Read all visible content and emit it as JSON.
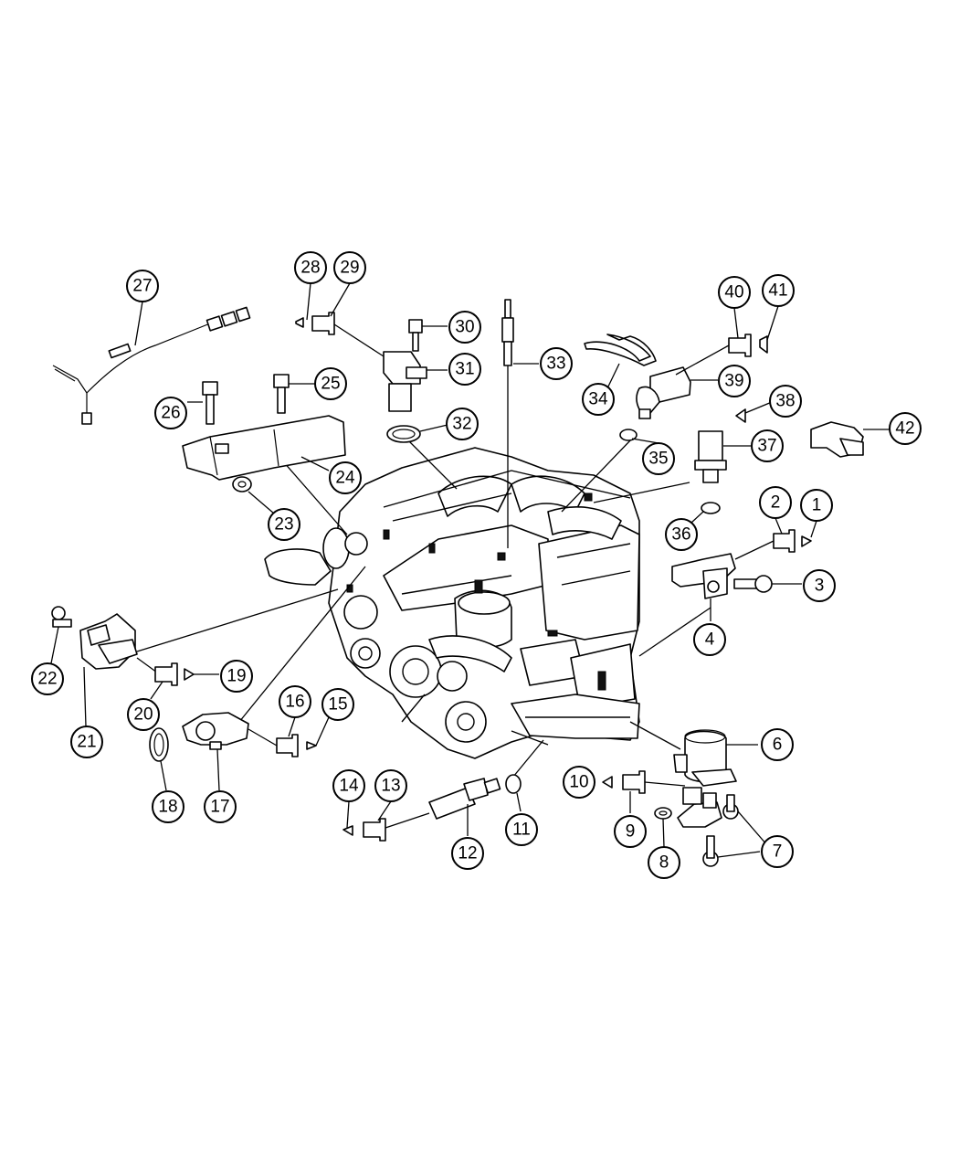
{
  "callouts": [
    {
      "id": "1",
      "label": "1"
    },
    {
      "id": "2",
      "label": "2"
    },
    {
      "id": "3",
      "label": "3"
    },
    {
      "id": "4",
      "label": "4"
    },
    {
      "id": "6",
      "label": "6"
    },
    {
      "id": "7",
      "label": "7"
    },
    {
      "id": "8",
      "label": "8"
    },
    {
      "id": "9",
      "label": "9"
    },
    {
      "id": "10",
      "label": "10"
    },
    {
      "id": "11",
      "label": "11"
    },
    {
      "id": "12",
      "label": "12"
    },
    {
      "id": "13",
      "label": "13"
    },
    {
      "id": "14",
      "label": "14"
    },
    {
      "id": "15",
      "label": "15"
    },
    {
      "id": "16",
      "label": "16"
    },
    {
      "id": "17",
      "label": "17"
    },
    {
      "id": "18",
      "label": "18"
    },
    {
      "id": "19",
      "label": "19"
    },
    {
      "id": "20",
      "label": "20"
    },
    {
      "id": "21",
      "label": "21"
    },
    {
      "id": "22",
      "label": "22"
    },
    {
      "id": "23",
      "label": "23"
    },
    {
      "id": "24",
      "label": "24"
    },
    {
      "id": "25",
      "label": "25"
    },
    {
      "id": "26",
      "label": "26"
    },
    {
      "id": "27",
      "label": "27"
    },
    {
      "id": "28",
      "label": "28"
    },
    {
      "id": "29",
      "label": "29"
    },
    {
      "id": "30",
      "label": "30"
    },
    {
      "id": "31",
      "label": "31"
    },
    {
      "id": "32",
      "label": "32"
    },
    {
      "id": "33",
      "label": "33"
    },
    {
      "id": "34",
      "label": "34"
    },
    {
      "id": "35",
      "label": "35"
    },
    {
      "id": "36",
      "label": "36"
    },
    {
      "id": "37",
      "label": "37"
    },
    {
      "id": "38",
      "label": "38"
    },
    {
      "id": "39",
      "label": "39"
    },
    {
      "id": "40",
      "label": "40"
    },
    {
      "id": "41",
      "label": "41"
    },
    {
      "id": "42",
      "label": "42"
    }
  ],
  "icons": {
    "engine": "engine-assembly-icon",
    "sensor": "sensor-icon",
    "connector": "connector-icon",
    "bolt": "bolt-icon",
    "seal": "o-ring-icon",
    "glow_plug": "glow-plug-icon"
  },
  "colors": {
    "line": "#000000",
    "background": "#ffffff"
  }
}
